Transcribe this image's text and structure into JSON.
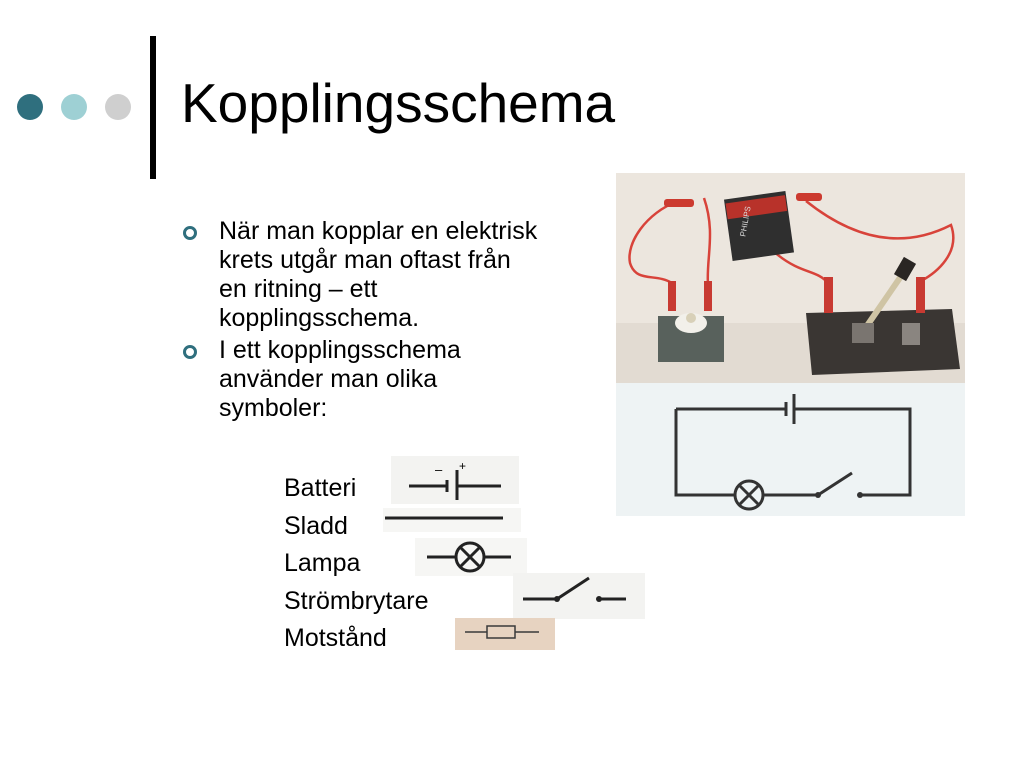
{
  "slide": {
    "title": "Kopplingsschema",
    "colors": {
      "dot_dark": "#2f6f7e",
      "dot_mid": "#9ed0d4",
      "dot_light": "#cfcfcf",
      "bullet_marker": "#2f6f7e"
    },
    "bullets": [
      "När man kopplar en elektrisk krets utgår man oftast från en ritning – ett kopplingsschema.",
      "I ett kopplingsschema använder man olika symboler:"
    ],
    "symbols": [
      {
        "label": "Batteri",
        "icon": "battery-symbol-icon",
        "polarity_minus": "–",
        "polarity_plus": "+"
      },
      {
        "label": "Sladd",
        "icon": "wire-symbol-icon"
      },
      {
        "label": "Lampa",
        "icon": "lamp-symbol-icon"
      },
      {
        "label": "Strömbrytare",
        "icon": "switch-symbol-icon"
      },
      {
        "label": "Motstånd",
        "icon": "resistor-symbol-icon"
      }
    ],
    "figure": {
      "photo_icon": "circuit-photo-icon",
      "schematic_icon": "circuit-schematic-icon",
      "battery_brand": "PHILIPS"
    }
  }
}
